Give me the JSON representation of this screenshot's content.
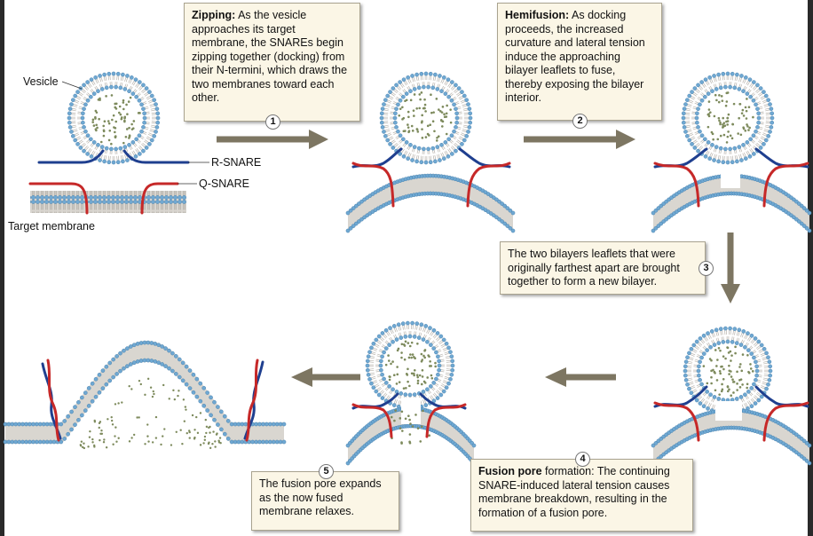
{
  "labels": {
    "vesicle": "Vesicle",
    "r_snare": "R-SNARE",
    "q_snare": "Q-SNARE",
    "target_membrane": "Target membrane"
  },
  "steps": [
    {
      "number": "1",
      "title": "Zipping:",
      "text": " As the vesicle approaches its target membrane, the SNAREs begin zipping together (docking) from their N-termini, which draws the two membranes toward each other."
    },
    {
      "number": "2",
      "title": "Hemifusion:",
      "text": " As docking proceeds, the increased curvature and lateral tension induce the approaching bilayer leaflets to fuse, thereby exposing the bilayer interior."
    },
    {
      "number": "3",
      "title": "",
      "text": "The two bilayers leaflets that were originally farthest apart are brought together to form a new bilayer."
    },
    {
      "number": "4",
      "title": "Fusion pore",
      "text": " formation: The continuing SNARE-induced lateral tension causes membrane breakdown, resulting in the formation of a fusion pore."
    },
    {
      "number": "5",
      "title": "",
      "text": "The fusion pore expands as the now fused membrane relaxes."
    }
  ],
  "colors": {
    "arrow": "#7d7662",
    "lipid_head": "#6fa8d2",
    "lipid_tail": "#b9b4ad",
    "r_snare": "#1f3f8f",
    "q_snare": "#c62828",
    "cargo": "#7d8a5c"
  }
}
